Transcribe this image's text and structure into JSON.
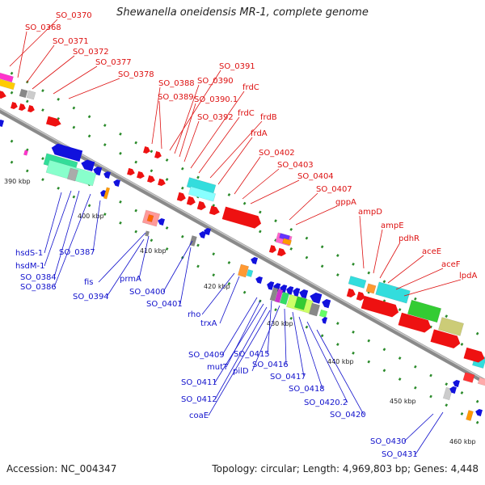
{
  "title": "Shewanella oneidensis MR-1, complete genome",
  "footer": {
    "accession": "Accession: NC_004347",
    "topology": "Topology: circular; Length: 4,969,803 bp; Genes: 4,448"
  },
  "colors": {
    "forward_gene": "#ee1111",
    "reverse_gene": "#1111dd",
    "backbone": "#8a8a8a",
    "forward_label": "#dd1111",
    "reverse_label": "#1111cc",
    "tick": "#2a8a2a"
  },
  "ticks": [
    "390 kbp",
    "400 kbp",
    "410 kbp",
    "420 kbp",
    "430 kbp",
    "440 kbp",
    "450 kbp",
    "460 kbp"
  ],
  "forward_labels": [
    "SO_0370",
    "SO_0368",
    "SO_0371",
    "SO_0372",
    "SO_0377",
    "SO_0378",
    "SO_0388",
    "SO_0389",
    "SO_0391",
    "SO_0390",
    "SO_0390.1",
    "SO_0392",
    "frdC",
    "frdC",
    "frdB",
    "frdA",
    "SO_0402",
    "SO_0403",
    "SO_0404",
    "SO_0407",
    "gppA",
    "ampD",
    "ampE",
    "pdhR",
    "aceE",
    "aceF",
    "lpdA"
  ],
  "reverse_labels": [
    "hsdS-1",
    "hsdM-1",
    "SO_0384",
    "SO_0386",
    "SO_0387",
    "fis",
    "prmA",
    "SO_0394",
    "SO_0400",
    "SO_0401",
    "rho",
    "trxA",
    "SO_0409",
    "mutT",
    "SO_0411",
    "SO_0412",
    "coaE",
    "SO_0415",
    "pilD",
    "SO_0416",
    "SO_0417",
    "SO_0418",
    "SO_0420.2",
    "SO_0420",
    "SO_0430",
    "SO_0431"
  ]
}
